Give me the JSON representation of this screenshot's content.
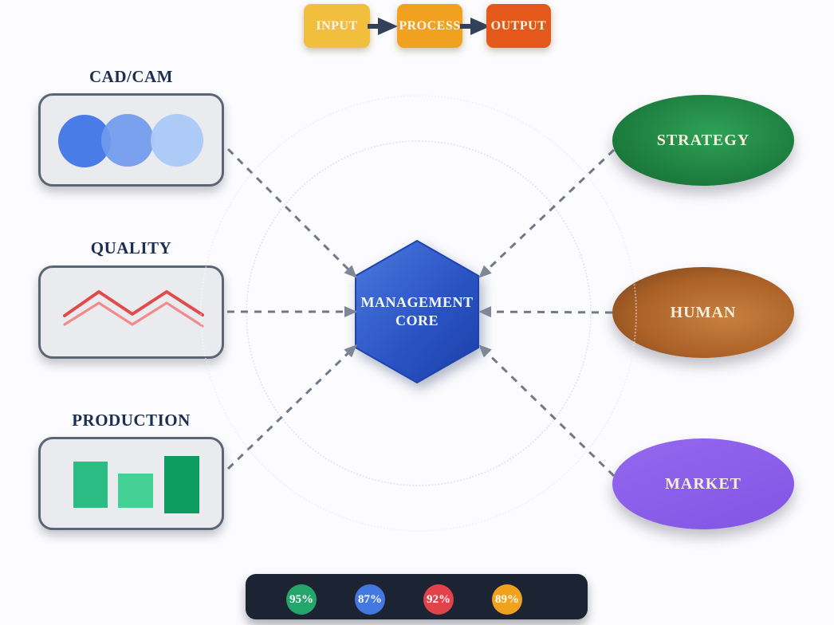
{
  "flow": {
    "steps": [
      {
        "label": "INPUT",
        "color": "#f1be3e"
      },
      {
        "label": "PROCESS",
        "color": "#f0a120"
      },
      {
        "label": "OUTPUT",
        "color": "#e5581b"
      }
    ],
    "arrow_color": "#33405a"
  },
  "modules": [
    {
      "label": "CAD/CAM",
      "icon": "overlapping-circles",
      "icon_colors": [
        "#4a7ce8",
        "#6f9aed",
        "#abc8f7"
      ]
    },
    {
      "label": "QUALITY",
      "icon": "zigzag-trend-lines",
      "icon_colors": [
        "#e14b4b",
        "#f28b8b"
      ]
    },
    {
      "label": "PRODUCTION",
      "icon": "bar-chart",
      "icon_colors": [
        "#2cbd84",
        "#45d096",
        "#0e9c60"
      ]
    }
  ],
  "core": {
    "line1": "MANAGEMENT",
    "line2": "CORE",
    "color": "#2b55c4"
  },
  "domains": [
    {
      "label": "STRATEGY",
      "color": "#1f8142"
    },
    {
      "label": "HUMAN",
      "color": "#ac6228"
    },
    {
      "label": "MARKET",
      "color": "#8a5cea"
    }
  ],
  "metrics": {
    "bar_color": "#1c2433",
    "badges": [
      {
        "value": "95%",
        "color": "#23a56b"
      },
      {
        "value": "87%",
        "color": "#4478e1"
      },
      {
        "value": "92%",
        "color": "#e2434b"
      },
      {
        "value": "89%",
        "color": "#f0a11d"
      }
    ]
  }
}
